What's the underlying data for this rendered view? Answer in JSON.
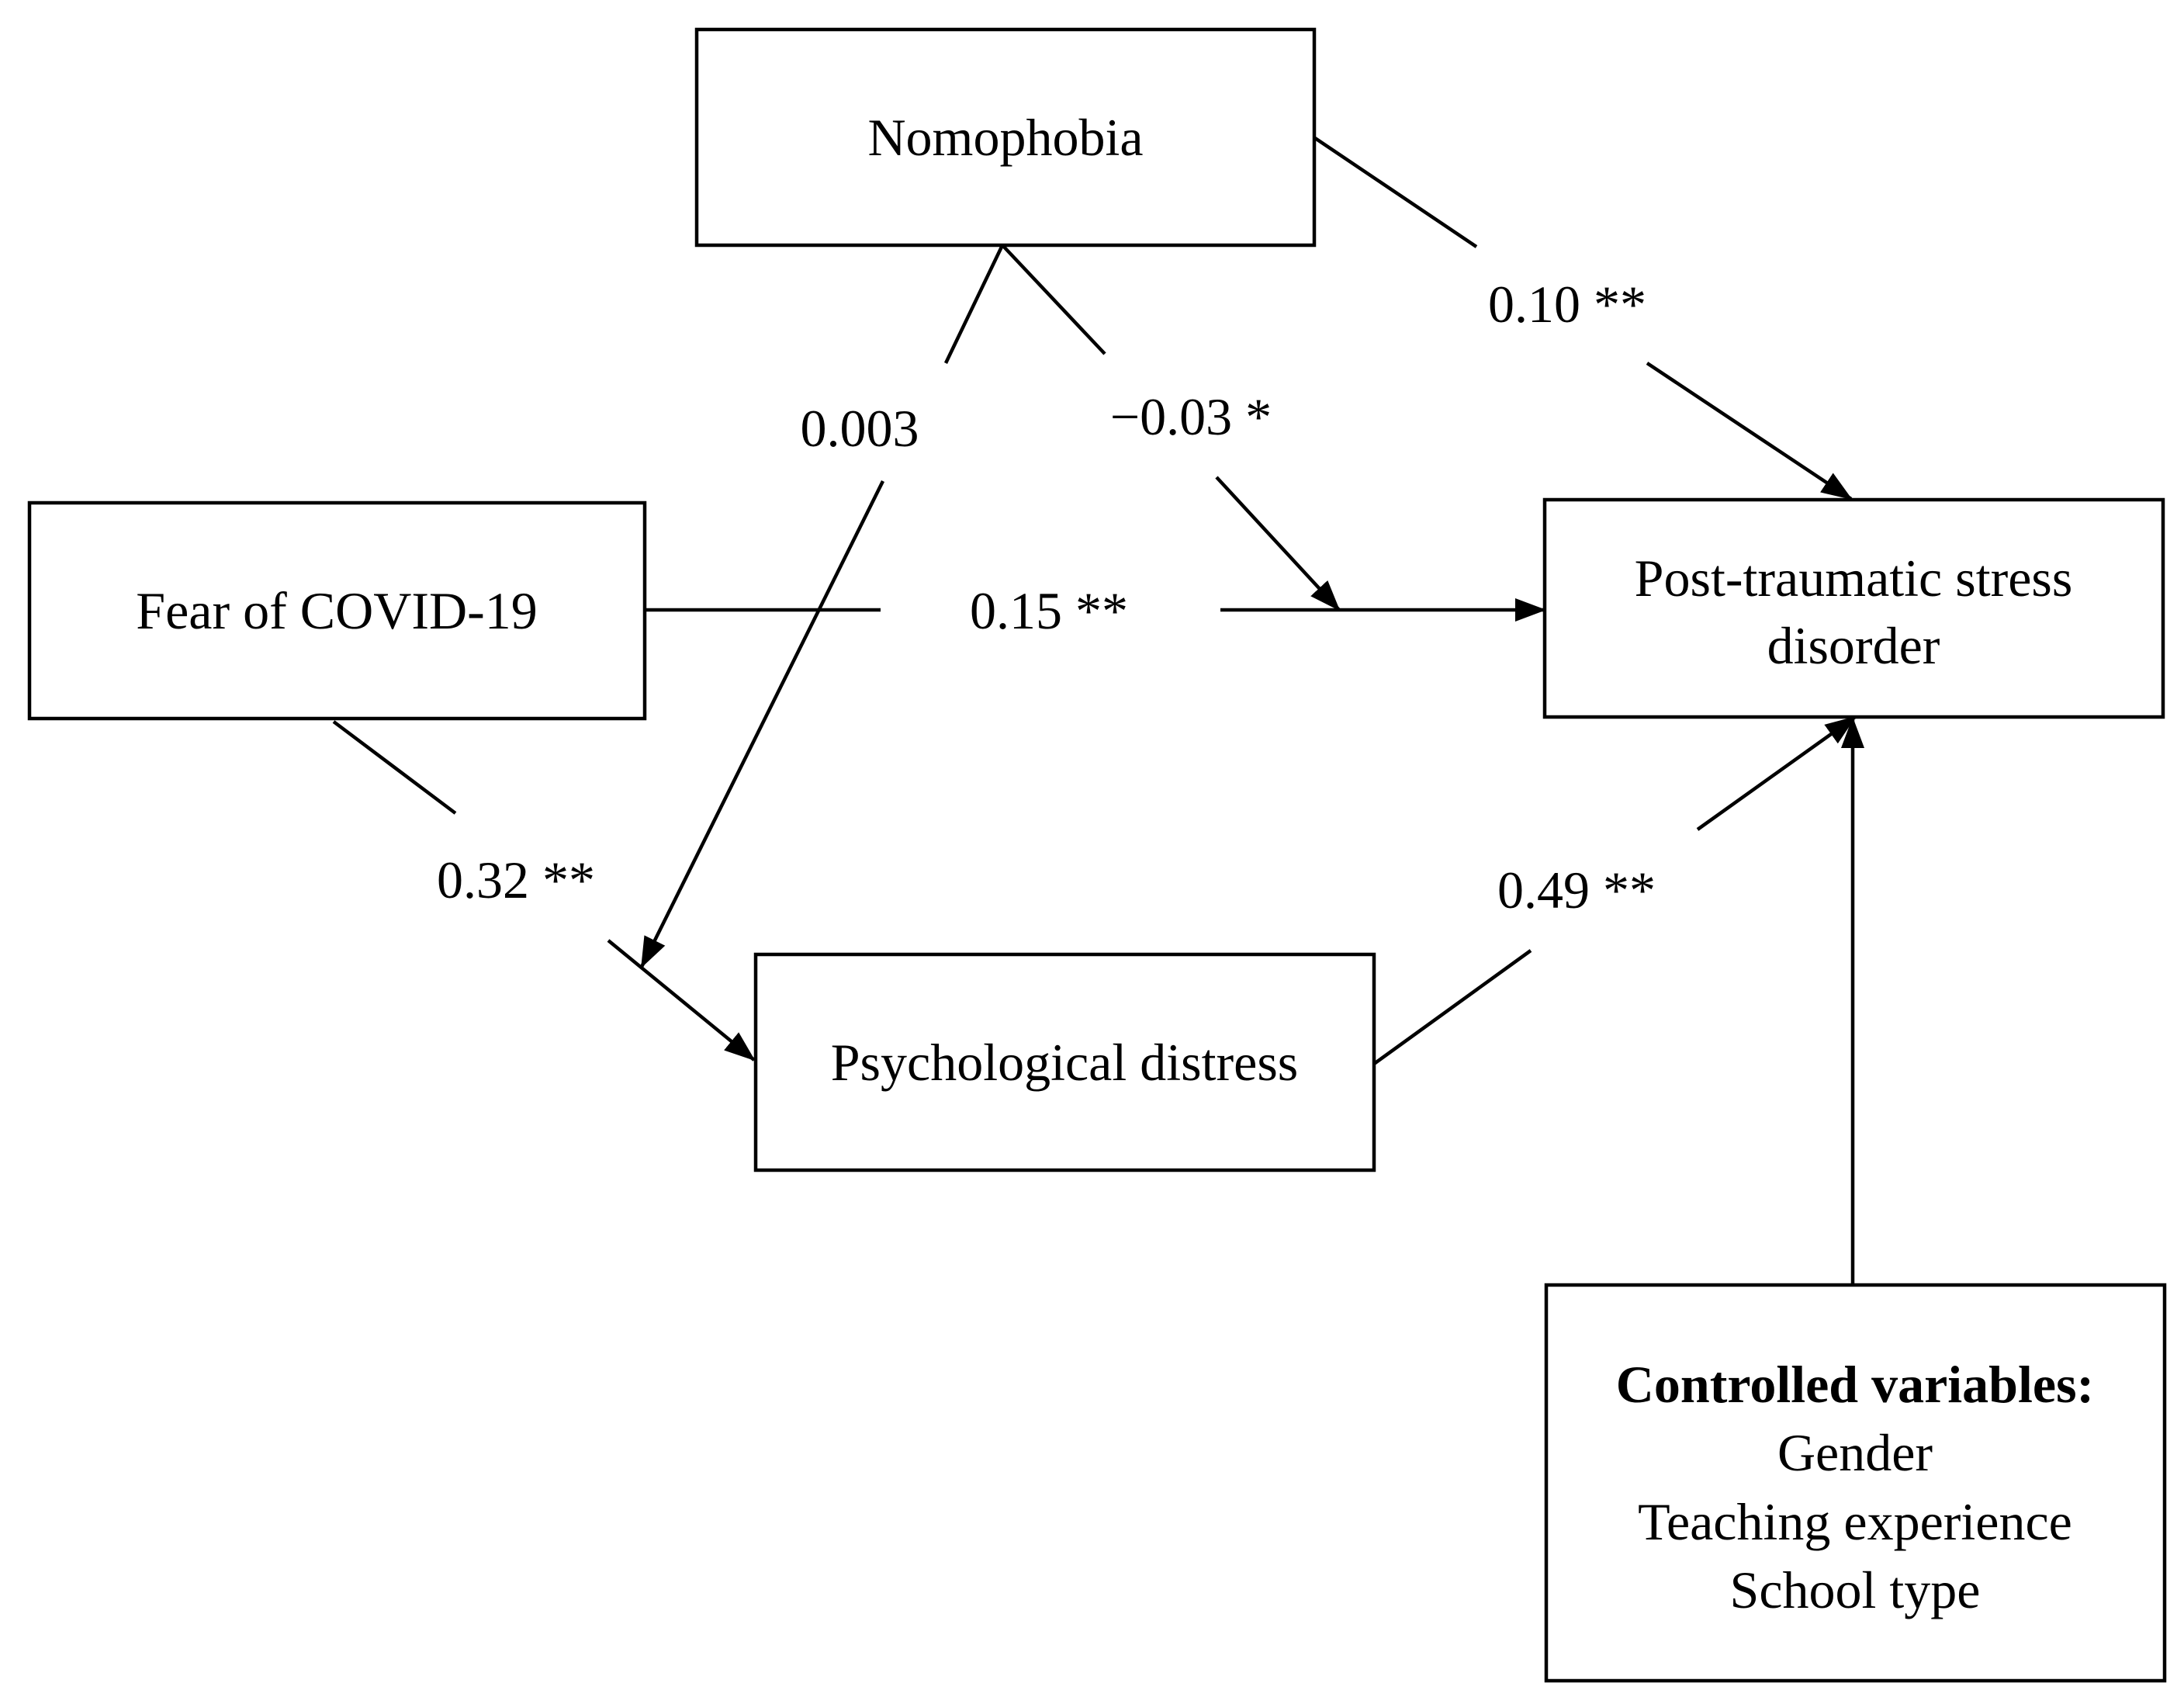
{
  "nodes": {
    "nomophobia": {
      "label": "Nomophobia"
    },
    "fear": {
      "label": "Fear of COVID-19"
    },
    "ptsd": {
      "line1": "Post-traumatic stress",
      "line2": "disorder"
    },
    "distress": {
      "label": "Psychological distress"
    },
    "controls": {
      "title": "Controlled variables:",
      "items": [
        "Gender",
        "Teaching experience",
        "School type"
      ]
    }
  },
  "paths": {
    "nomophobia_ptsd": "0.10 **",
    "nomophobia_moderates_distress": "0.003",
    "nomophobia_moderates_direct": "−0.03 *",
    "fear_ptsd": "0.15 **",
    "fear_distress": "0.32 **",
    "distress_ptsd": "0.49 **"
  }
}
